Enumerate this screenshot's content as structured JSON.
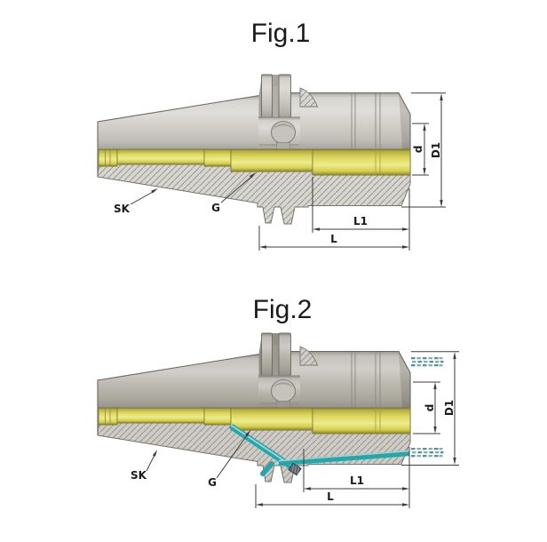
{
  "figures": [
    {
      "title": "Fig.1",
      "labels": {
        "taper": "SK",
        "thread_bore": "G",
        "clamp_diameter": "d",
        "body_diameter": "D1",
        "gauge_length": "L1",
        "overall_length": "L"
      },
      "coolant": false
    },
    {
      "title": "Fig.2",
      "labels": {
        "taper": "SK",
        "thread_bore": "G",
        "clamp_diameter": "d",
        "body_diameter": "D1",
        "gauge_length": "L1",
        "overall_length": "L"
      },
      "coolant": true
    }
  ],
  "colors": {
    "bore_yellow": "#dcd75e",
    "coolant_teal": "#2aa4a9",
    "metal_light": "#cdcac4",
    "metal_dark": "#b5b2a8",
    "hatch_bg": "#d8d6d1",
    "dimension": "#3c3c3c",
    "text": "#1a1a1a"
  }
}
